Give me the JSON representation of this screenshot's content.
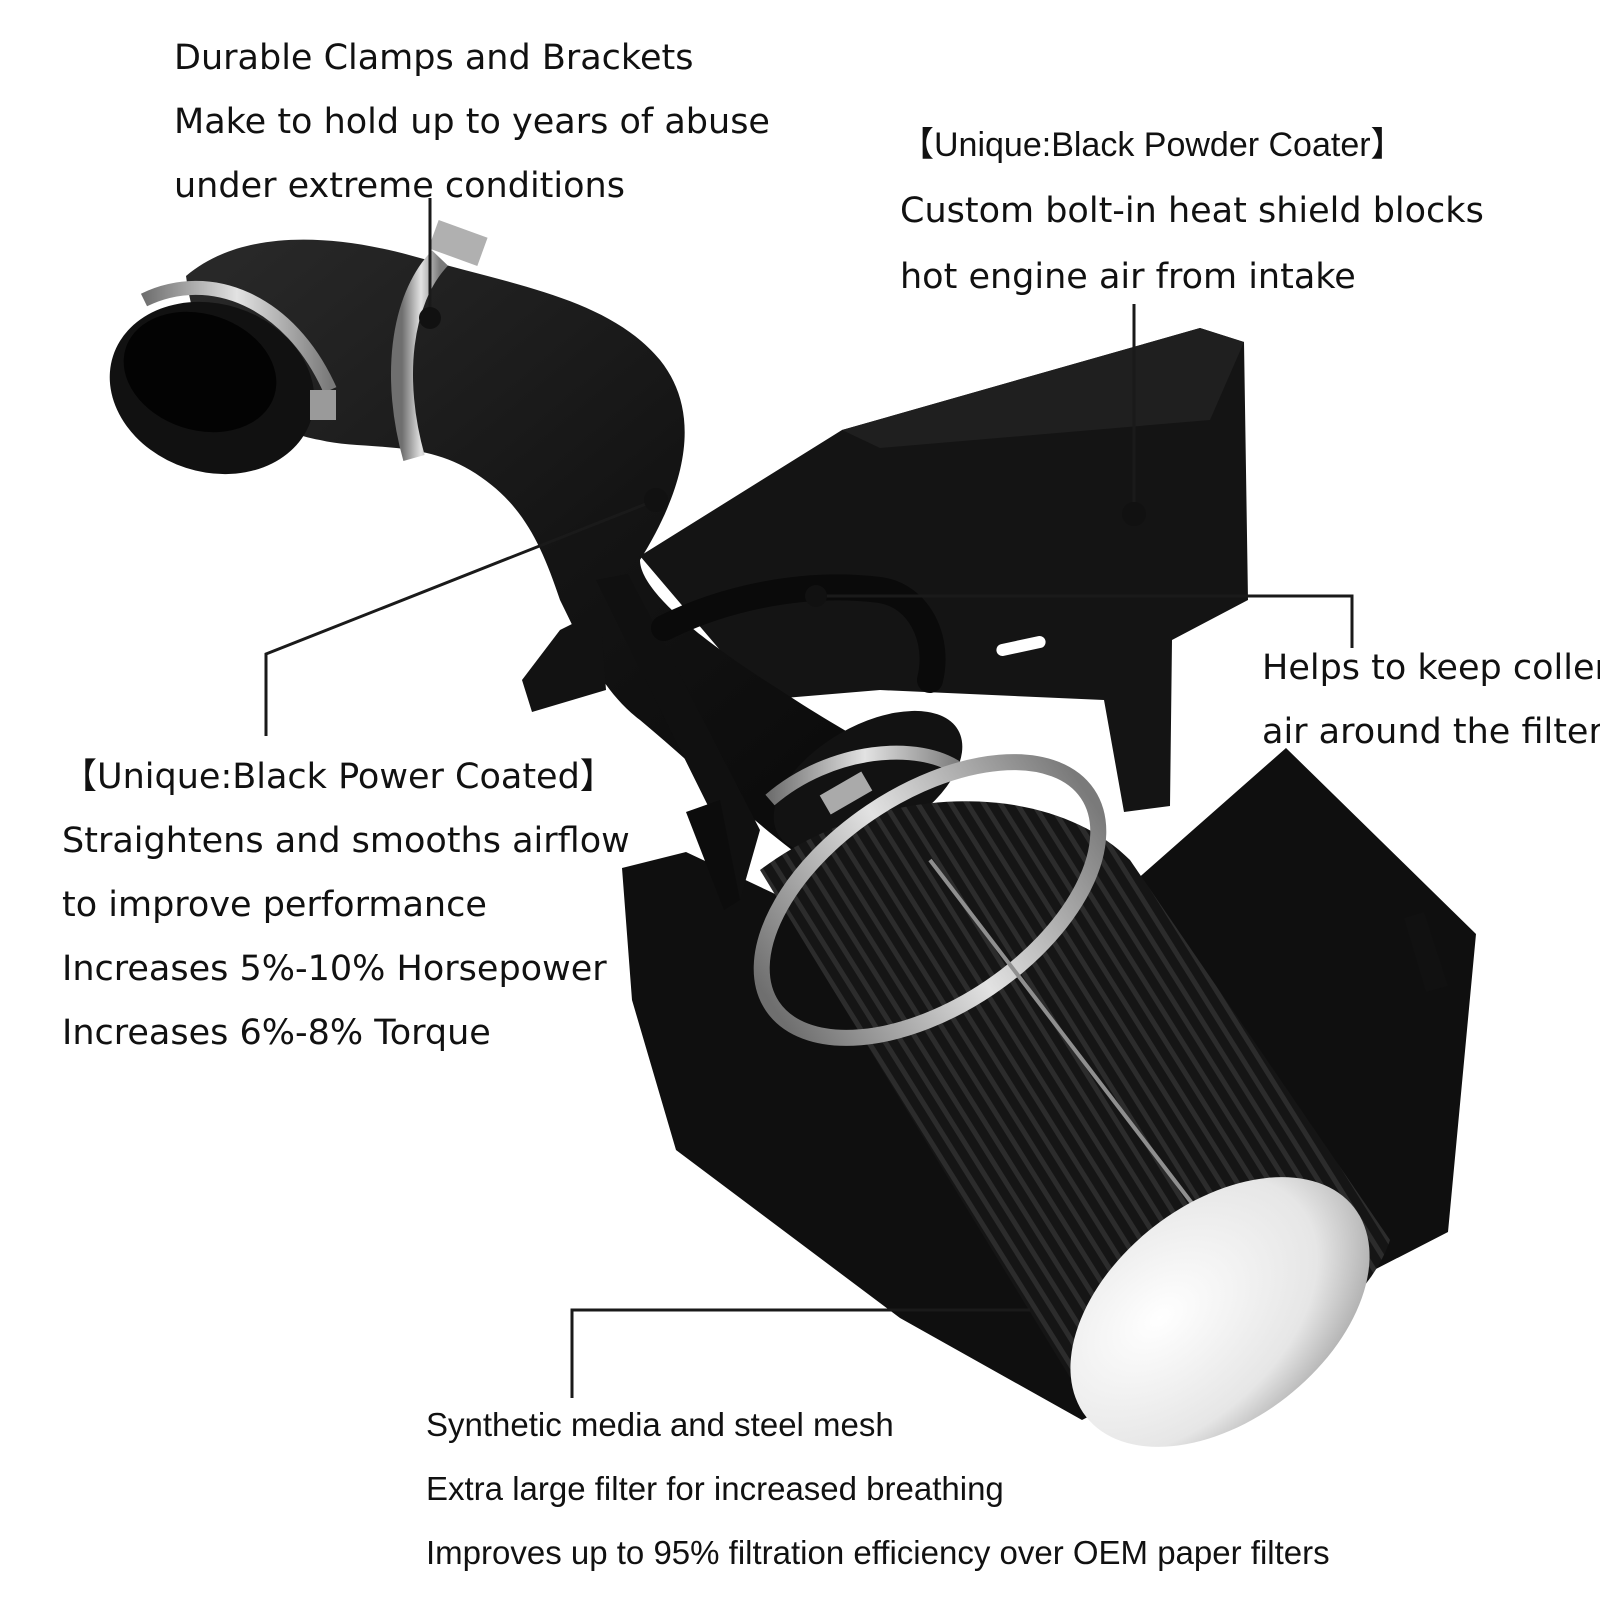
{
  "callouts": {
    "clamps": {
      "lines": [
        "Durable Clamps and Brackets",
        "Make to hold up to years of abuse",
        "under extreme conditions"
      ]
    },
    "heat_shield": {
      "lines": [
        "【Unique:Black Powder Coater】",
        "Custom bolt-in heat shield blocks",
        "hot engine air from intake"
      ]
    },
    "cooler_air": {
      "lines": [
        "Helps to keep coller",
        "air around the filter"
      ]
    },
    "tube": {
      "lines": [
        "【Unique:Black Power Coated】",
        "Straightens and smooths airflow",
        "to improve performance",
        "Increases 5%-10% Horsepower",
        "Increases 6%-8% Torque"
      ]
    },
    "filter": {
      "lines": [
        "Synthetic media and steel mesh",
        "Extra large filter for increased breathing",
        "Improves up to 95% filtration efficiency over OEM paper filters"
      ]
    }
  },
  "colors": {
    "background": "#ffffff",
    "text": "#111111",
    "part_black": "#161616",
    "clamp_steel": "#b9b9b9",
    "filter_cap": "#eeeeee"
  }
}
